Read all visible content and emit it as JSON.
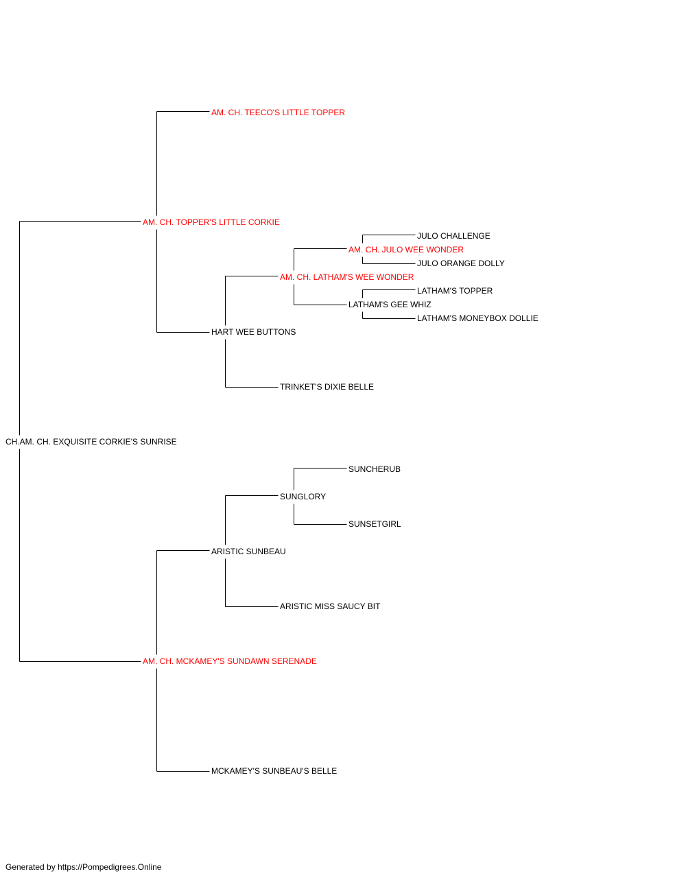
{
  "colors": {
    "champion": "#ff0000",
    "normal": "#000000"
  },
  "pedigree": {
    "name": "CH.AM. CH. EXQUISITE CORKIE'S SUNRISE",
    "champion": false,
    "sire": {
      "name": "AM. CH. TOPPER'S LITTLE CORKIE",
      "champion": true,
      "sire": {
        "name": "AM. CH. TEECO'S LITTLE TOPPER",
        "champion": true
      },
      "dam": {
        "name": "HART WEE BUTTONS",
        "champion": false,
        "sire": {
          "name": "AM. CH. LATHAM'S WEE WONDER",
          "champion": true,
          "sire": {
            "name": "AM. CH. JULO WEE WONDER",
            "champion": true,
            "sire": {
              "name": "JULO CHALLENGE",
              "champion": false
            },
            "dam": {
              "name": "JULO ORANGE DOLLY",
              "champion": false
            }
          },
          "dam": {
            "name": "LATHAM'S GEE WHIZ",
            "champion": false,
            "sire": {
              "name": "LATHAM'S TOPPER",
              "champion": false
            },
            "dam": {
              "name": "LATHAM'S MONEYBOX DOLLIE",
              "champion": false
            }
          }
        },
        "dam": {
          "name": "TRINKET'S DIXIE BELLE",
          "champion": false
        }
      }
    },
    "dam": {
      "name": "AM. CH. MCKAMEY'S SUNDAWN SERENADE",
      "champion": true,
      "sire": {
        "name": "ARISTIC SUNBEAU",
        "champion": false,
        "sire": {
          "name": "SUNGLORY",
          "champion": false,
          "sire": {
            "name": "SUNCHERUB",
            "champion": false
          },
          "dam": {
            "name": "SUNSETGIRL",
            "champion": false
          }
        },
        "dam": {
          "name": "ARISTIC MISS SAUCY BIT",
          "champion": false
        }
      },
      "dam": {
        "name": "MCKAMEY'S SUNBEAU'S BELLE",
        "champion": false
      }
    }
  },
  "footer": {
    "text": "Generated by https://Pompedigrees.Online"
  }
}
